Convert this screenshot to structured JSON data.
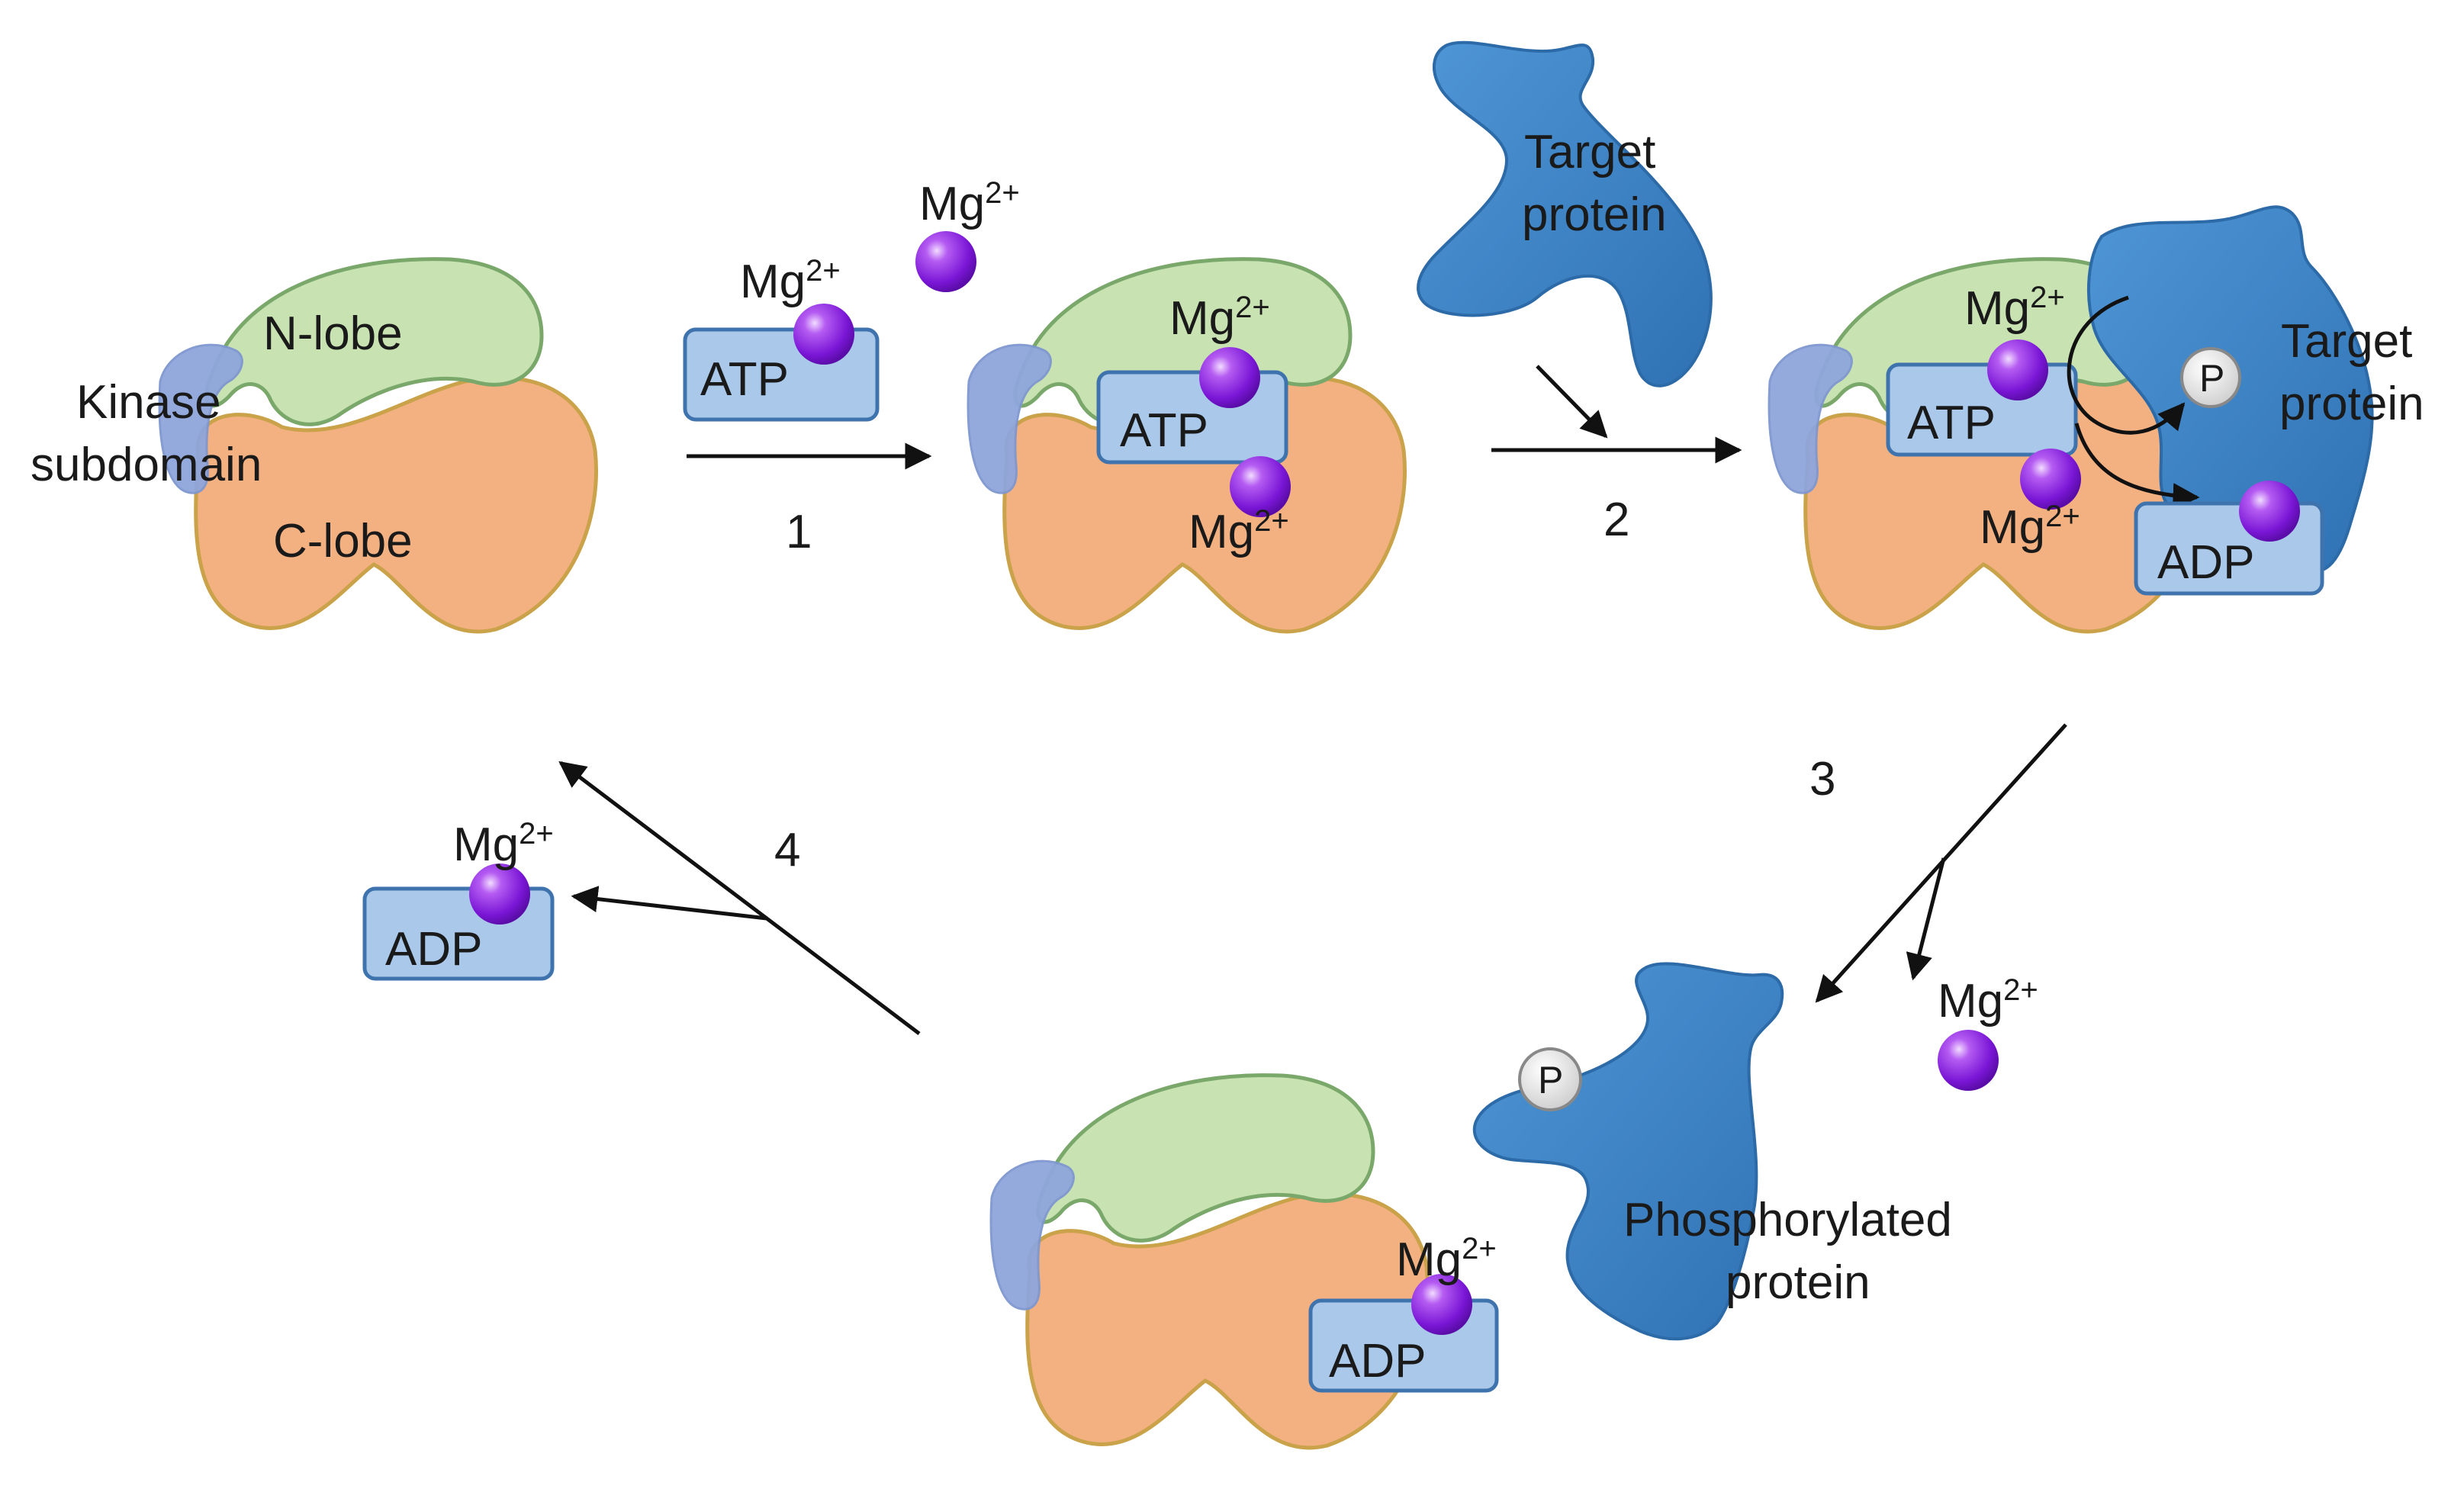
{
  "labels": {
    "n_lobe": "N-lobe",
    "c_lobe": "C-lobe",
    "kinase_line1": "Kinase",
    "kinase_line2": "subdomain",
    "atp": "ATP",
    "adp": "ADP",
    "mg": "Mg",
    "mg_charge": "2+",
    "phosphate": "P",
    "target_line1": "Target",
    "target_line2": "protein",
    "phospho_line1": "Phosphorylated",
    "phospho_line2": "protein"
  },
  "steps": {
    "s1": "1",
    "s2": "2",
    "s3": "3",
    "s4": "4"
  },
  "colors": {
    "n_lobe_fill": "#c8e2b2",
    "c_lobe_fill": "#f3b080",
    "c_lobe_stroke": "#c9a24a",
    "kinase_sub": "#8fa6dc",
    "box_fill": "#a9c8ea",
    "box_stroke": "#3f73ad",
    "protein": "#3d85c6",
    "mg_ion": "#8a2be2",
    "phosphate": "#e3e3e3"
  }
}
